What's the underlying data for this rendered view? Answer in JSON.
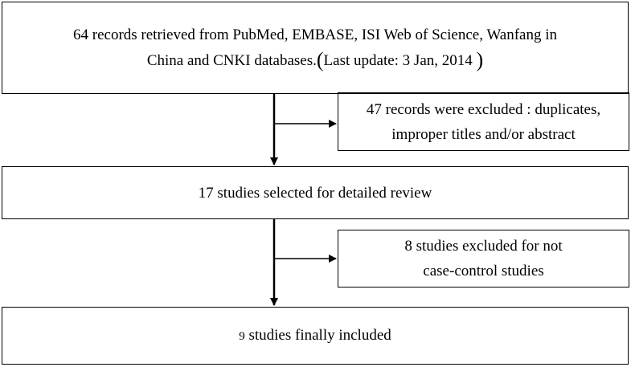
{
  "boxes": {
    "records": {
      "line1": "64 records retrieved from  PubMed, EMBASE, ISI Web of Science, Wanfang in",
      "line2_text": "China and CNKI databases.",
      "paren_open": "(",
      "update": "Last update: 3 Jan, 2014",
      "paren_close": ")"
    },
    "excluded1": {
      "line1": "47 records were excluded :  duplicates,",
      "line2": "improper titles and/or abstract"
    },
    "selected": {
      "text": "17 studies selected for detailed review"
    },
    "excluded2": {
      "line1": "8 studies excluded for not",
      "line2": "case-control studies"
    },
    "included": {
      "num": "9",
      "text": " studies finally included"
    }
  }
}
